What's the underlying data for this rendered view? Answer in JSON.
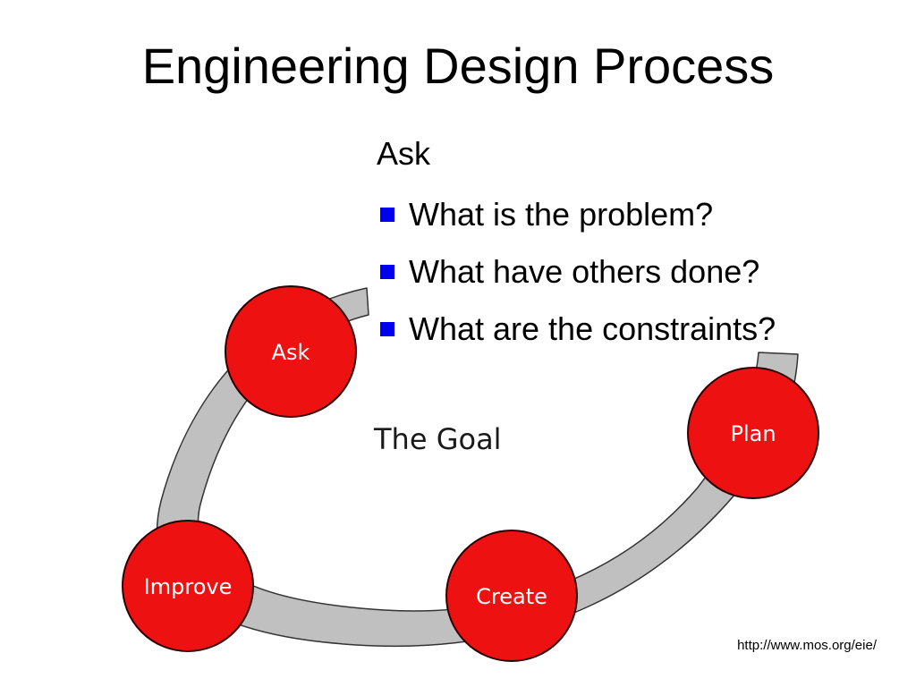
{
  "slide": {
    "title": "Engineering Design Process",
    "source": "http://www.mos.org/eie/"
  },
  "cycle": {
    "center_label": "The Goal",
    "stages": [
      {
        "label": "Ask"
      },
      {
        "label": "Plan"
      },
      {
        "label": "Create"
      },
      {
        "label": "Improve"
      }
    ],
    "colors": {
      "stage_fill": "#ee1111",
      "stage_outline": "#2a0000",
      "ring_fill": "#c0c0c0",
      "ring_outline": "#333333"
    }
  },
  "bullets": {
    "heading": "Ask",
    "items": [
      "What is the problem?",
      "What have others done?",
      "What are the constraints?"
    ],
    "marker_color": "#0000ee"
  }
}
